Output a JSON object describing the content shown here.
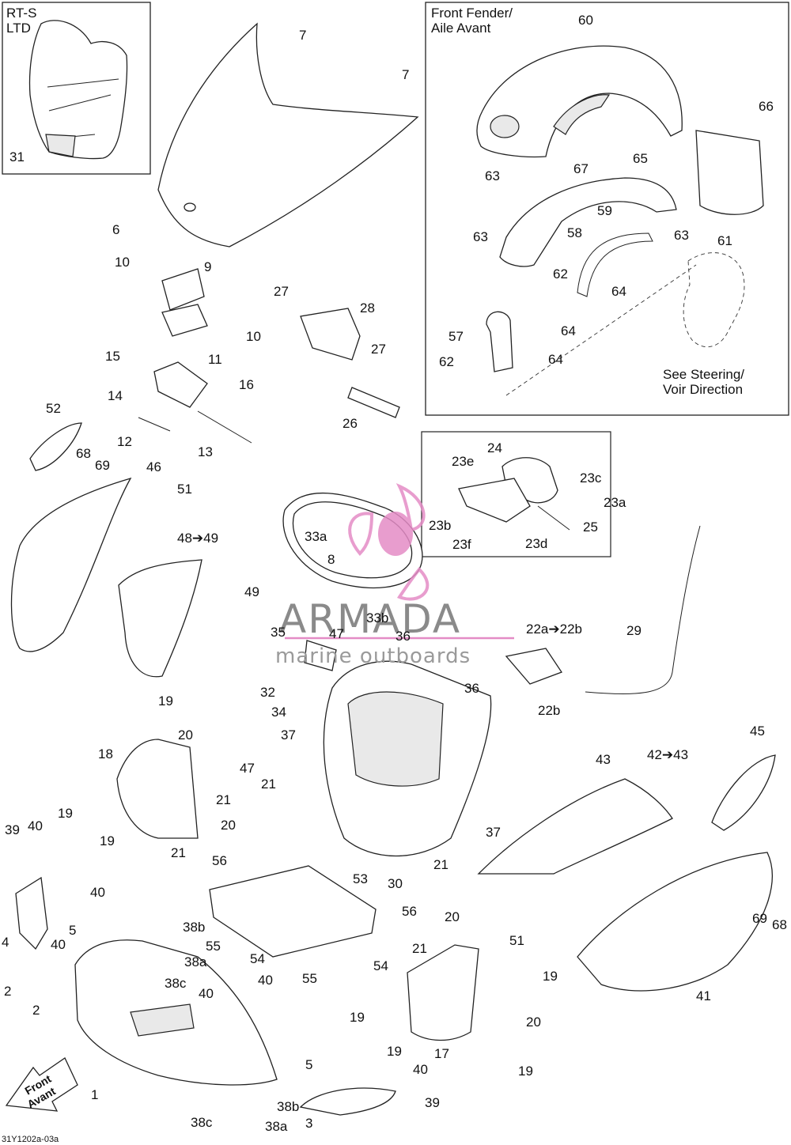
{
  "diagram": {
    "code": "31Y1202a-03a",
    "boxes": {
      "rts_title_1": "RT-S",
      "rts_title_2": "LTD",
      "fender_title_1": "Front Fender/",
      "fender_title_2": "Aile Avant",
      "steering_1": "See Steering/",
      "steering_2": "Voir Direction"
    },
    "front_arrow_1": "Front",
    "front_arrow_2": "Avant",
    "watermark": {
      "brand": "ARMADA",
      "tagline": "marine outboards",
      "color_pink": "#e48cc6",
      "color_gray": "#8a8a8a"
    },
    "labels": [
      "31",
      "7",
      "7",
      "6",
      "10",
      "9",
      "10",
      "11",
      "15",
      "14",
      "16",
      "12",
      "13",
      "27",
      "28",
      "27",
      "26",
      "60",
      "66",
      "67",
      "65",
      "63",
      "59",
      "63",
      "63",
      "58",
      "61",
      "62",
      "64",
      "57",
      "64",
      "62",
      "64",
      "52",
      "68",
      "69",
      "46",
      "51",
      "48➔49",
      "49",
      "24",
      "23e",
      "23c",
      "23a",
      "23b",
      "25",
      "23f",
      "23d",
      "33a",
      "8",
      "33b",
      "35",
      "47",
      "36",
      "22a➔22b",
      "29",
      "22b",
      "32",
      "36",
      "34",
      "37",
      "19",
      "20",
      "18",
      "21",
      "47",
      "21",
      "19",
      "20",
      "19",
      "21",
      "45",
      "43",
      "42➔43",
      "37",
      "30",
      "21",
      "39",
      "40",
      "56",
      "53",
      "40",
      "5",
      "4",
      "40",
      "38b",
      "38a",
      "38c",
      "2",
      "2",
      "56",
      "20",
      "21",
      "55",
      "54",
      "54",
      "55",
      "51",
      "69",
      "68",
      "41",
      "40",
      "40",
      "19",
      "19",
      "20",
      "19",
      "17",
      "19",
      "5",
      "40",
      "39",
      "1",
      "38b",
      "38a",
      "38c",
      "3"
    ]
  }
}
